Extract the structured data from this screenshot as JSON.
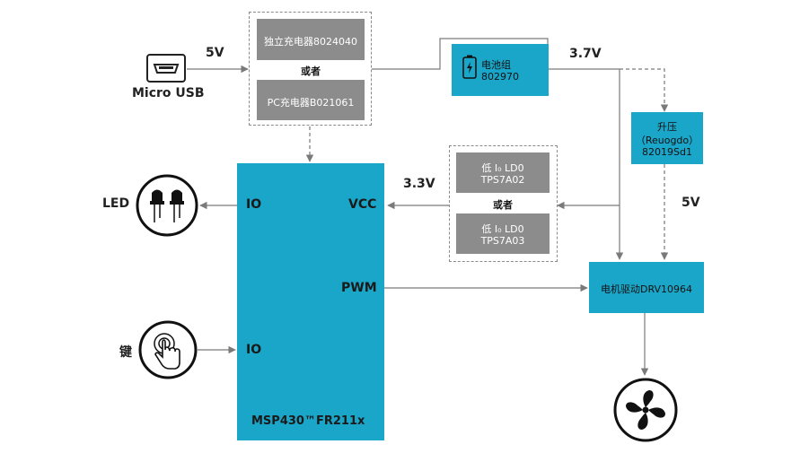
{
  "colors": {
    "accent": "#1aa6c9",
    "module": "#8c8c8c",
    "line": "#7a7a7a",
    "dash": "#8a8a8a"
  },
  "usb": {
    "label": "Micro USB",
    "voltage": "5V",
    "icon": "micro-usb-icon"
  },
  "charger": {
    "option1": "独立充电器8024040",
    "or": "或者",
    "option2": "PC充电器B021061"
  },
  "battery": {
    "label_line1": "电池组",
    "label_line2": "802970",
    "voltage": "3.7V",
    "icon": "battery-icon"
  },
  "boost": {
    "line1": "升压",
    "line2": "（Reuogdo）",
    "line3": "82019Sd1",
    "out_voltage": "5V"
  },
  "ldo": {
    "opt1_line1": "低 I₀ LD0",
    "opt1_line2": "TPS7A02",
    "or": "或者",
    "opt2_line1": "低 I₀ LD0",
    "opt2_line2": "TPS7A03",
    "out_voltage": "3.3V"
  },
  "mcu": {
    "name": "MSP430™FR211x",
    "pin_io_led": "IO",
    "pin_vcc": "VCC",
    "pin_pwm": "PWM",
    "pin_io_key": "IO"
  },
  "led": {
    "label": "LED",
    "icon": "led-icon"
  },
  "key": {
    "label": "键",
    "icon": "touch-button-icon"
  },
  "motor_driver": {
    "label": "电机驱动DRV10964"
  },
  "fan": {
    "icon": "fan-icon"
  }
}
